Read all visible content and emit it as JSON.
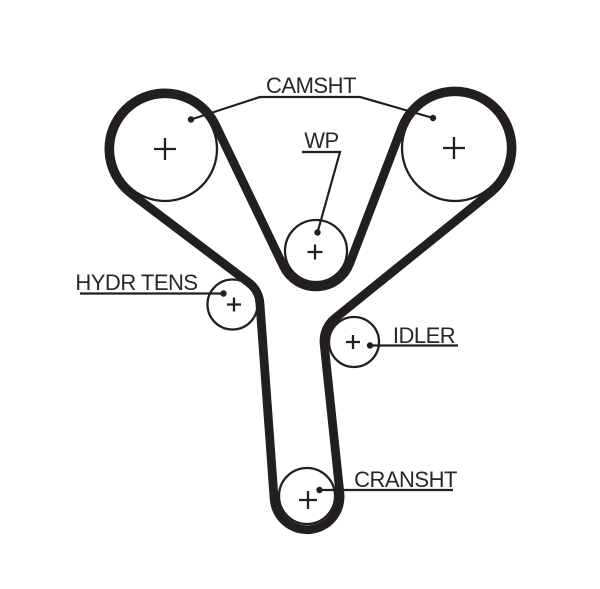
{
  "diagram": {
    "kind": "timing-belt-routing-diagram",
    "background_color": "#ffffff",
    "ink_color": "#231f20",
    "labels": {
      "camshaft": "CAMSHT",
      "water_pump": "WP",
      "hydraulic_tensioner": "HYDR TENS",
      "idler": "IDLER",
      "crankshaft": "CRANSHT"
    },
    "pulleys": [
      {
        "id": "camshaft-left",
        "label": "CAMSHT",
        "center_mark": "+"
      },
      {
        "id": "camshaft-right",
        "label": "CAMSHT",
        "center_mark": "+"
      },
      {
        "id": "water-pump",
        "label": "WP",
        "center_mark": "+"
      },
      {
        "id": "hydraulic-tensioner",
        "label": "HYDR TENS",
        "center_mark": "+"
      },
      {
        "id": "idler",
        "label": "IDLER",
        "center_mark": "+"
      },
      {
        "id": "crankshaft",
        "label": "CRANSHT",
        "center_mark": "+"
      }
    ]
  }
}
